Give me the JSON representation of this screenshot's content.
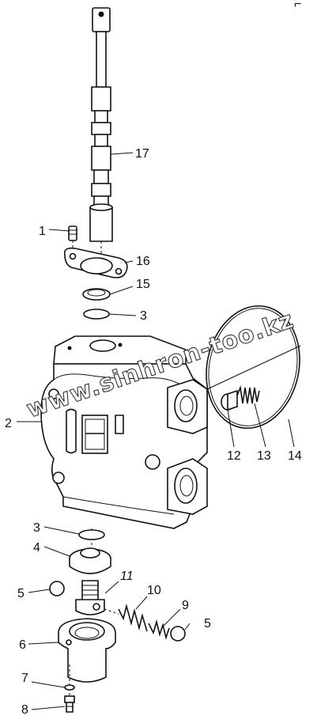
{
  "watermark": "www.sinhron-too.kz",
  "corner_mark": "⌐",
  "labels": {
    "l1": "1",
    "l2": "2",
    "l3a": "3",
    "l3b": "3",
    "l4": "4",
    "l5a": "5",
    "l5b": "5",
    "l6": "6",
    "l7": "7",
    "l8": "8",
    "l9": "9",
    "l10": "10",
    "l11": "11",
    "l12": "12",
    "l13": "13",
    "l14": "14",
    "l15": "15",
    "l16": "16",
    "l17": "17"
  }
}
